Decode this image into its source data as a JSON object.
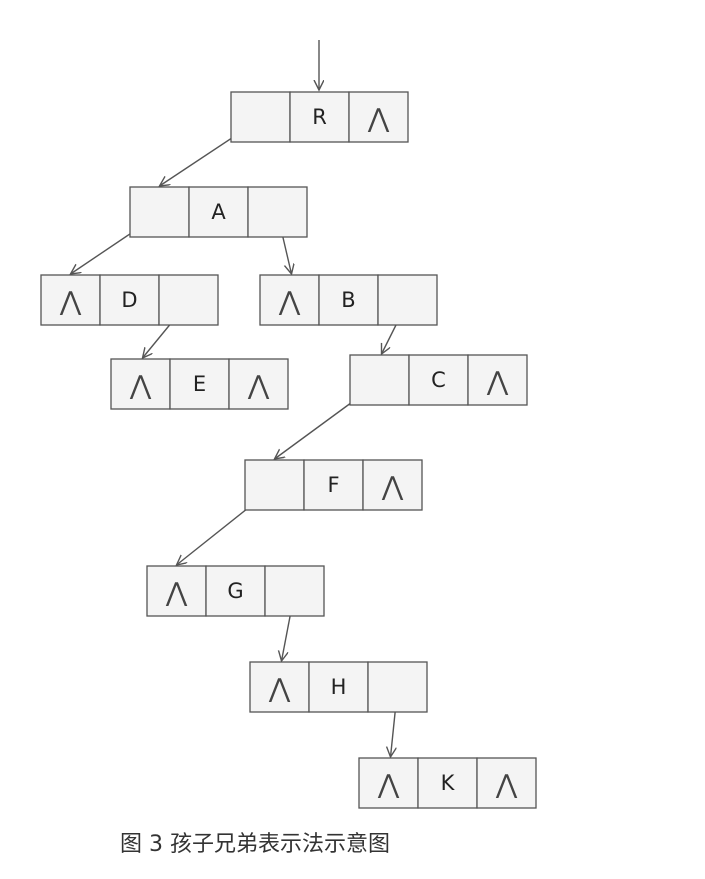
{
  "caption": "图 3 孩子兄弟表示法示意图",
  "null_symbol": "⋀",
  "nodes": [
    {
      "id": "R",
      "label": "R",
      "first_child_null": false,
      "next_sibling_null": true
    },
    {
      "id": "A",
      "label": "A",
      "first_child_null": false,
      "next_sibling_null": false
    },
    {
      "id": "D",
      "label": "D",
      "first_child_null": true,
      "next_sibling_null": false
    },
    {
      "id": "E",
      "label": "E",
      "first_child_null": true,
      "next_sibling_null": true
    },
    {
      "id": "B",
      "label": "B",
      "first_child_null": true,
      "next_sibling_null": false
    },
    {
      "id": "C",
      "label": "C",
      "first_child_null": false,
      "next_sibling_null": true
    },
    {
      "id": "F",
      "label": "F",
      "first_child_null": false,
      "next_sibling_null": true
    },
    {
      "id": "G",
      "label": "G",
      "first_child_null": true,
      "next_sibling_null": false
    },
    {
      "id": "H",
      "label": "H",
      "first_child_null": true,
      "next_sibling_null": false
    },
    {
      "id": "K",
      "label": "K",
      "first_child_null": true,
      "next_sibling_null": true
    }
  ],
  "edges": [
    {
      "from": "R",
      "to": "A",
      "kind": "first-child"
    },
    {
      "from": "A",
      "to": "D",
      "kind": "first-child"
    },
    {
      "from": "A",
      "to": "B",
      "kind": "next-sibling"
    },
    {
      "from": "D",
      "to": "E",
      "kind": "next-sibling"
    },
    {
      "from": "B",
      "to": "C",
      "kind": "next-sibling"
    },
    {
      "from": "C",
      "to": "F",
      "kind": "first-child"
    },
    {
      "from": "F",
      "to": "G",
      "kind": "first-child"
    },
    {
      "from": "G",
      "to": "H",
      "kind": "next-sibling"
    },
    {
      "from": "H",
      "to": "K",
      "kind": "next-sibling"
    }
  ]
}
